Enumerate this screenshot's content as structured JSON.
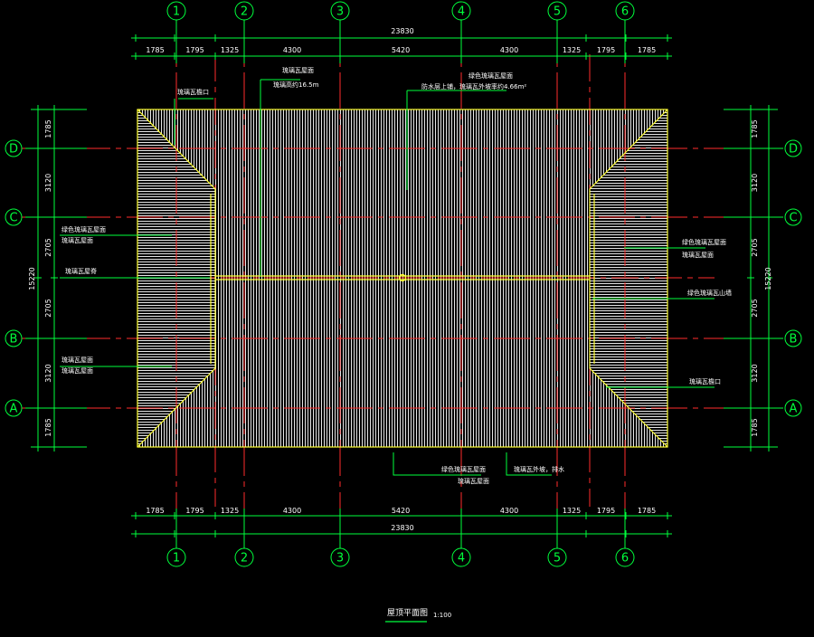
{
  "colors": {
    "background": "#000000",
    "grid_line": "#ff2b2b",
    "dimension": "#00ff3c",
    "roof_outline": "#ffff33",
    "roof_hatch": "#e8e8e8",
    "text": "#ffffff"
  },
  "axes_top": [
    "1",
    "2",
    "3",
    "4",
    "5",
    "6"
  ],
  "axes_bottom": [
    "1",
    "2",
    "3",
    "4",
    "5",
    "6"
  ],
  "axes_left": [
    "D",
    "C",
    "B",
    "A"
  ],
  "axes_right": [
    "D",
    "C",
    "B",
    "A"
  ],
  "dims_h_segments": [
    "1785",
    "1795",
    "1325",
    "4300",
    "5420",
    "4300",
    "1325",
    "1795",
    "1785"
  ],
  "dims_h_total": "23830",
  "dims_v_segments": [
    "1785",
    "3120",
    "2705",
    "2705",
    "3120",
    "1785"
  ],
  "dims_v_total": "15220",
  "notes": {
    "top_1": "琉璃瓦檐口",
    "top_2a": "琉璃瓦屋面",
    "top_2b": "琉璃高约16.5m",
    "top_3a": "绿色琉璃瓦屋面",
    "top_3b": "防水层上铺，琉璃瓦外坡率约4.66m²",
    "left_1a": "绿色琉璃瓦屋面",
    "left_1b": "琉璃瓦屋面",
    "left_2": "琉璃瓦屋脊",
    "left_3a": "琉璃瓦屋面",
    "left_3b": "琉璃瓦屋面",
    "right_1a": "绿色琉璃瓦屋面",
    "right_1b": "琉璃瓦屋面",
    "right_2": "绿色琉璃瓦山墙",
    "right_3": "琉璃瓦檐口",
    "bottom_1a": "绿色琉璃瓦屋面",
    "bottom_1b": "琉璃瓦屋面",
    "bottom_2": "琉璃瓦外坡，排水"
  },
  "title": "屋顶平面图",
  "scale": "1:100"
}
